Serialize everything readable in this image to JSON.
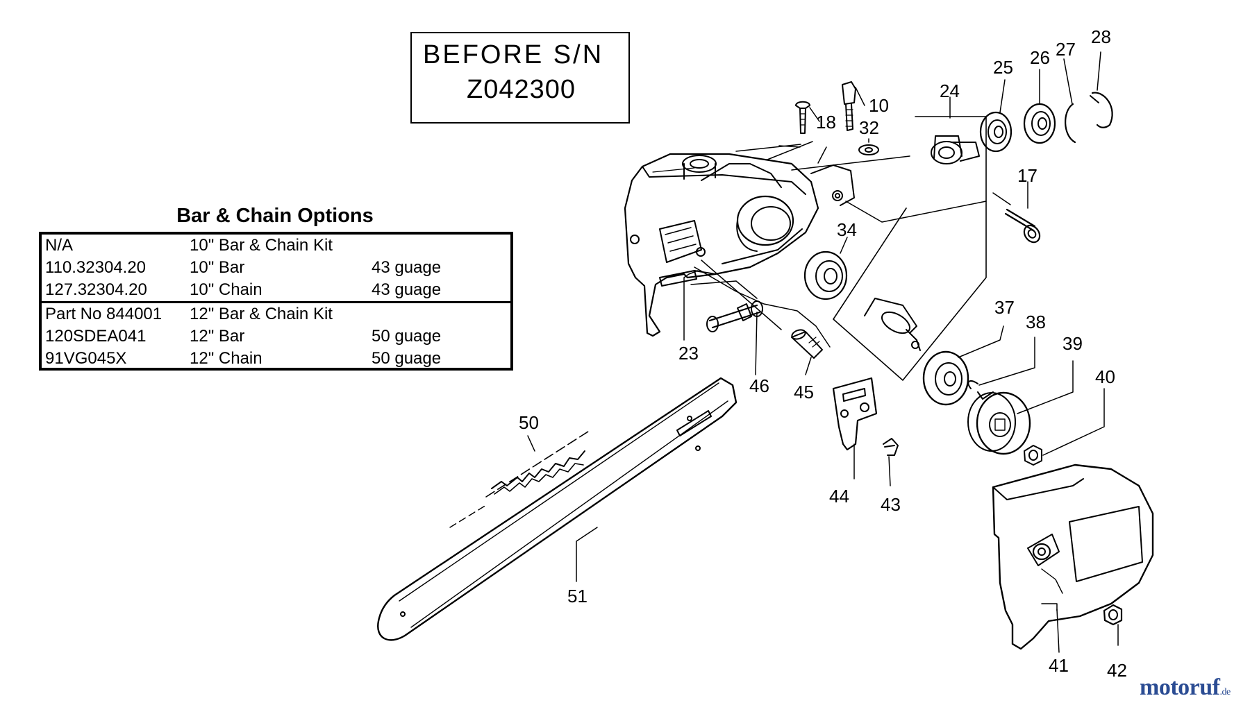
{
  "serial_box": {
    "line1": "BEFORE S/N",
    "line2": "Z042300"
  },
  "options": {
    "title": "Bar & Chain Options",
    "groups": [
      {
        "rows": [
          {
            "part": "N/A",
            "description": "10\" Bar & Chain Kit",
            "gauge": ""
          },
          {
            "part": "110.32304.20",
            "description": "10\" Bar",
            "gauge": "43 guage"
          },
          {
            "part": "127.32304.20",
            "description": "10\" Chain",
            "gauge": "43 guage"
          }
        ]
      },
      {
        "rows": [
          {
            "part": "Part No 844001",
            "description": "12\" Bar & Chain Kit",
            "gauge": ""
          },
          {
            "part": "120SDEA041",
            "description": "12\" Bar",
            "gauge": "50 guage"
          },
          {
            "part": "91VG045X",
            "description": "12\" Chain",
            "gauge": "50 guage"
          }
        ]
      }
    ]
  },
  "callouts": [
    "10",
    "17",
    "18",
    "23",
    "24",
    "25",
    "26",
    "27",
    "28",
    "32",
    "34",
    "37",
    "38",
    "39",
    "40",
    "41",
    "42",
    "43",
    "44",
    "45",
    "46",
    "50",
    "51"
  ],
  "logo": {
    "text": "motoruf",
    "suffix": ".de"
  }
}
